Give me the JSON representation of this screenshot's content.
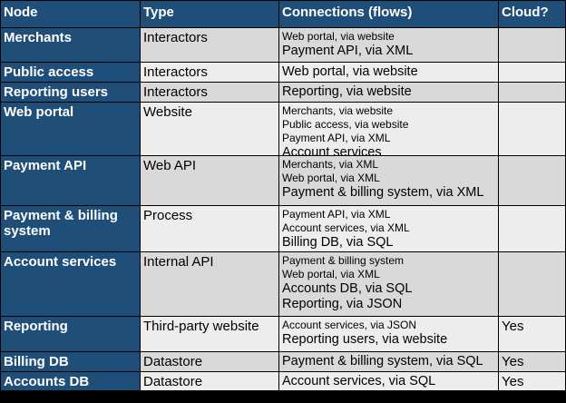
{
  "table": {
    "headers": {
      "node": "Node",
      "type": "Type",
      "connections": "Connections (flows)",
      "cloud": "Cloud?"
    },
    "rows": [
      {
        "node": "Merchants",
        "type": "Interactors",
        "connections": [
          "Web portal, via website",
          "Payment API, via XML"
        ],
        "cloud": ""
      },
      {
        "node": "Public access",
        "type": "Interactors",
        "connections": [
          "Web portal, via website"
        ],
        "cloud": ""
      },
      {
        "node": "Reporting users",
        "type": "Interactors",
        "connections": [
          "Reporting, via website"
        ],
        "cloud": ""
      },
      {
        "node": "Web portal",
        "type": "Website",
        "connections": [
          "Merchants, via website",
          "Public access, via website",
          "Payment API, via XML",
          "Account services"
        ],
        "cloud": ""
      },
      {
        "node": "Payment API",
        "type": "Web API",
        "connections": [
          "Merchants, via XML",
          "Web portal, via XML",
          "Payment & billing system, via XML"
        ],
        "cloud": ""
      },
      {
        "node": "Payment & billing system",
        "type": "Process",
        "connections": [
          "Payment API, via XML",
          "Account services, via XML",
          "Billing DB, via SQL"
        ],
        "cloud": ""
      },
      {
        "node": "Account services",
        "type": "Internal API",
        "connections": [
          "Payment & billing system",
          "Web portal, via XML",
          "Accounts DB, via SQL",
          "Reporting, via JSON"
        ],
        "cloud": ""
      },
      {
        "node": "Reporting",
        "type": "Third-party website",
        "connections": [
          "Account services, via JSON",
          "Reporting users, via website"
        ],
        "cloud": "Yes"
      },
      {
        "node": "Billing DB",
        "type": "Datastore",
        "connections": [
          "Payment & billing system, via SQL"
        ],
        "cloud": "Yes"
      },
      {
        "node": "Accounts DB",
        "type": "Datastore",
        "connections": [
          "Account services, via SQL"
        ],
        "cloud": "Yes"
      }
    ]
  }
}
